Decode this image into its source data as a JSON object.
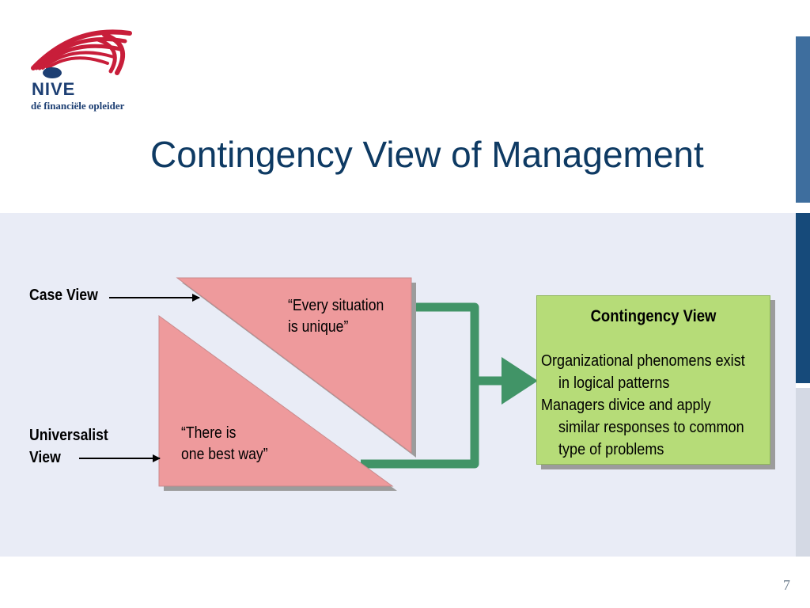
{
  "logo": {
    "name": "NIVE",
    "tagline": "dé financiële opleider"
  },
  "slide": {
    "title": "Contingency View of Management",
    "page_number": "7"
  },
  "diagram": {
    "case_view_label": "Case View",
    "universalist_label_line1": "Universalist",
    "universalist_label_line2": "View",
    "case_quote_line1": "“Every situation",
    "case_quote_line2": "is unique”",
    "universal_quote_line1": "“There is",
    "universal_quote_line2": "one best way”",
    "contingency_title": "Contingency View",
    "contingency_lines": [
      "Organizational phenomens exist",
      "in logical patterns",
      "Managers divice and apply",
      "similar responses to common",
      "type of problems"
    ]
  },
  "colors": {
    "title": "#0e3a63",
    "triangle_fill": "#ee9a9c",
    "connector_green": "#419467",
    "contingency_box": "#b6dc78",
    "band": "#e9ecf6",
    "logo_red": "#c81e3a",
    "logo_blue": "#1d3f73"
  }
}
